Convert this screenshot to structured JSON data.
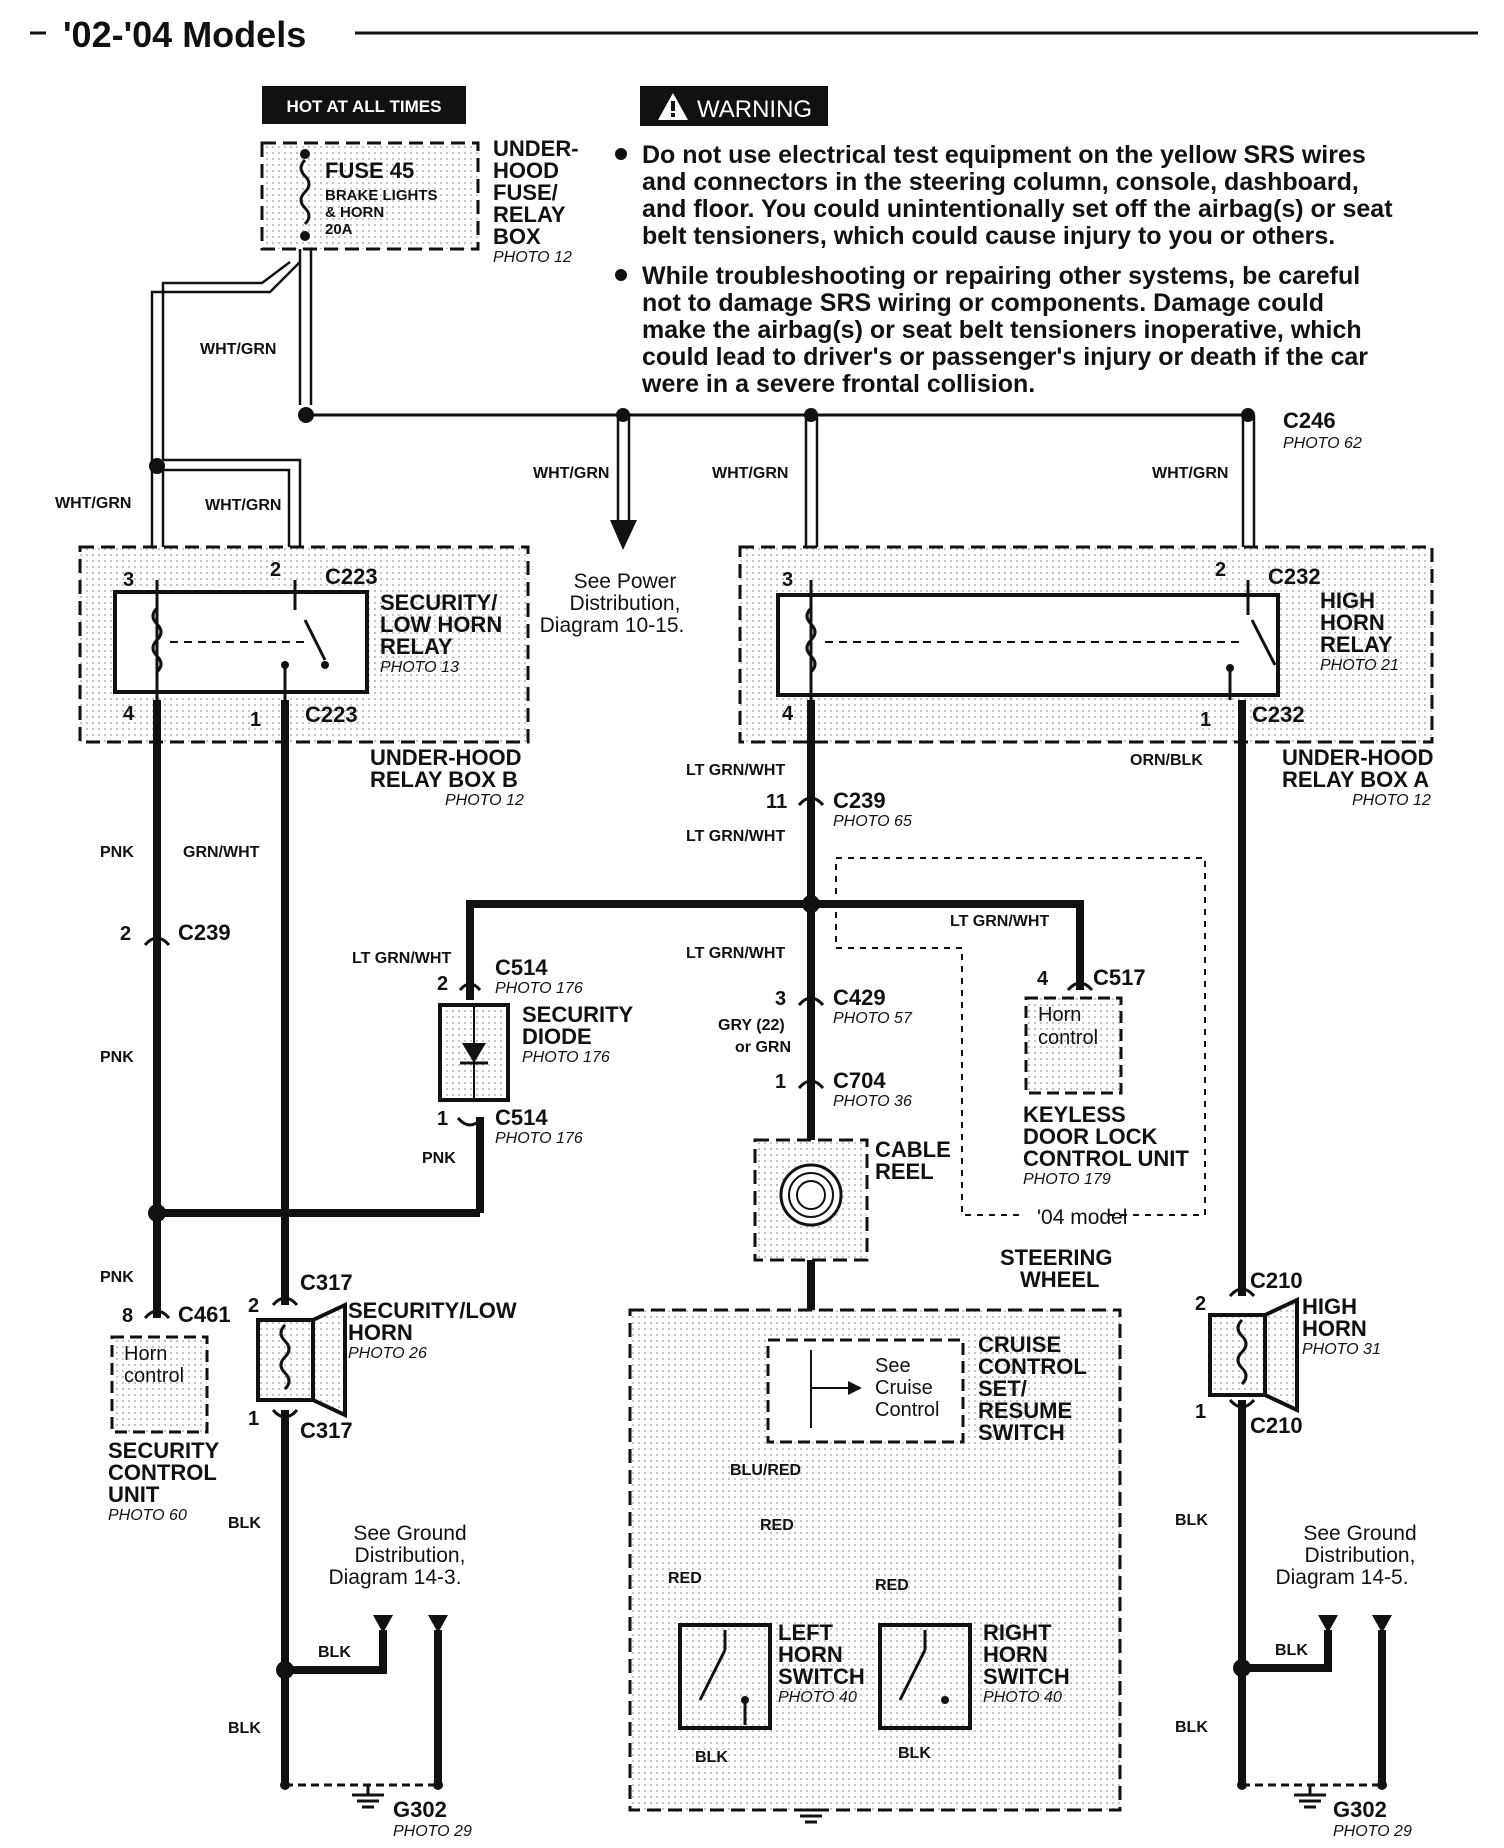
{
  "header": {
    "title": "'02-'04 Models"
  },
  "hot_badge": "HOT AT ALL TIMES",
  "warning": {
    "badge": "WARNING",
    "bullet1": [
      "Do not use electrical test equipment on the yellow SRS wires",
      "and connectors in the steering column, console, dashboard,",
      "and floor. You could unintentionally set off the airbag(s) or seat",
      "belt tensioners, which could cause injury to you or others."
    ],
    "bullet2": [
      "While troubleshooting or repairing other systems, be careful",
      "not to damage SRS wiring or components. Damage could",
      "make the airbag(s) or seat belt tensioners inoperative, which",
      "could lead to driver's or passenger's injury or death if the car",
      "were in a severe frontal collision."
    ]
  },
  "fuse": {
    "name": "FUSE 45",
    "line1": "BRAKE LIGHTS",
    "line2": "& HORN",
    "rating": "20A",
    "box": [
      "UNDER-",
      "HOOD",
      "FUSE/",
      "RELAY",
      "BOX"
    ],
    "photo": "PHOTO 12"
  },
  "connectors": {
    "c246": "C246",
    "c246_photo": "PHOTO 62",
    "c223": "C223",
    "c232": "C232",
    "c239": "C239",
    "c239_photo": "PHOTO 65",
    "c514": "C514",
    "c514_photo": "PHOTO 176",
    "c429": "C429",
    "c429_photo": "PHOTO 57",
    "c704": "C704",
    "c704_photo": "PHOTO 36",
    "c517": "C517",
    "c461": "C461",
    "c317": "C317",
    "c210": "C210",
    "g302": "G302",
    "g302_photo": "PHOTO 29"
  },
  "wires": {
    "wht_grn": "WHT/GRN",
    "pnk": "PNK",
    "grn_wht": "GRN/WHT",
    "lt_grn_wht": "LT GRN/WHT",
    "orn_blk": "ORN/BLK",
    "gry": "GRY (22)",
    "or_grn": "or GRN",
    "blu_red": "BLU/RED",
    "red": "RED",
    "blk": "BLK"
  },
  "pins": {
    "p1": "1",
    "p2": "2",
    "p3": "3",
    "p4": "4",
    "p8": "8",
    "p11": "11"
  },
  "components": {
    "sec_relay": [
      "SECURITY/",
      "LOW HORN",
      "RELAY"
    ],
    "sec_relay_photo": "PHOTO 13",
    "relay_box_b": [
      "UNDER-HOOD",
      "RELAY BOX B"
    ],
    "relay_box_b_photo": "PHOTO 12",
    "high_relay": [
      "HIGH",
      "HORN",
      "RELAY"
    ],
    "high_relay_photo": "PHOTO 21",
    "relay_box_a": [
      "UNDER-HOOD",
      "RELAY BOX A"
    ],
    "relay_box_a_photo": "PHOTO 12",
    "power_dist": [
      "See Power",
      "Distribution,",
      "Diagram 10-15."
    ],
    "sec_diode": [
      "SECURITY",
      "DIODE"
    ],
    "sec_diode_photo": "PHOTO 176",
    "horn_control": [
      "Horn",
      "control"
    ],
    "keyless": [
      "KEYLESS",
      "DOOR LOCK",
      "CONTROL UNIT"
    ],
    "keyless_photo": "PHOTO 179",
    "model04": "'04 model",
    "cable_reel": [
      "CABLE",
      "REEL"
    ],
    "steering_wheel": [
      "STEERING",
      "WHEEL"
    ],
    "see_cruise": [
      "See",
      "Cruise",
      "Control"
    ],
    "cruise_switch": [
      "CRUISE",
      "CONTROL",
      "SET/",
      "RESUME",
      "SWITCH"
    ],
    "sec_control": [
      "SECURITY",
      "CONTROL",
      "UNIT"
    ],
    "sec_control_photo": "PHOTO 60",
    "sec_low_horn": [
      "SECURITY/LOW",
      "HORN"
    ],
    "sec_low_horn_photo": "PHOTO 26",
    "high_horn": [
      "HIGH",
      "HORN"
    ],
    "high_horn_photo": "PHOTO 31",
    "ground_left": [
      "See Ground",
      "Distribution,",
      "Diagram 14-3."
    ],
    "ground_right": [
      "See Ground",
      "Distribution,",
      "Diagram 14-5."
    ],
    "left_switch": [
      "LEFT",
      "HORN",
      "SWITCH"
    ],
    "left_switch_photo": "PHOTO 40",
    "right_switch": [
      "RIGHT",
      "HORN",
      "SWITCH"
    ],
    "right_switch_photo": "PHOTO 40"
  }
}
